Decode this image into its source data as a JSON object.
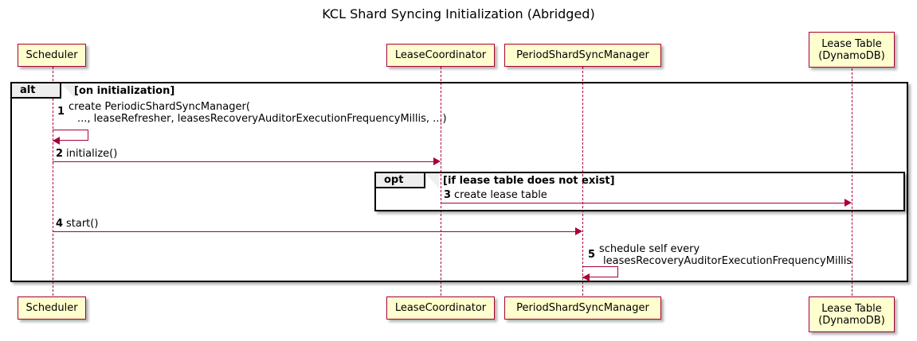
{
  "diagram": {
    "type": "sequence-diagram",
    "title": "KCL Shard Syncing Initialization (Abridged)",
    "colors": {
      "participant_fill": "#FEFECE",
      "participant_border": "#A80036",
      "arrow": "#A80036",
      "frame_border": "#000000",
      "frame_label_fill": "#EEEEEE",
      "background": "#FFFFFF",
      "text": "#000000"
    },
    "participants": [
      {
        "id": "scheduler",
        "label": "Scheduler"
      },
      {
        "id": "leasecoordinator",
        "label": "LeaseCoordinator"
      },
      {
        "id": "periodshardsyncmanager",
        "label": "PeriodShardSyncManager"
      },
      {
        "id": "leasetable",
        "label": "Lease Table\n(DynamoDB)"
      }
    ],
    "fragments": [
      {
        "id": "alt-frame",
        "keyword": "alt",
        "condition": "[on initialization]"
      },
      {
        "id": "opt-frame",
        "keyword": "opt",
        "condition": "[if lease table does not exist]"
      }
    ],
    "messages": [
      {
        "number": "1",
        "from": "scheduler",
        "to": "scheduler",
        "kind": "self",
        "text_line1": "create PeriodicShardSyncManager(",
        "text_line2": "..., leaseRefresher, leasesRecoveryAuditorExecutionFrequencyMillis, ...)"
      },
      {
        "number": "2",
        "from": "scheduler",
        "to": "leasecoordinator",
        "kind": "call",
        "text_line1": "initialize()",
        "text_line2": ""
      },
      {
        "number": "3",
        "from": "leasecoordinator",
        "to": "leasetable",
        "kind": "call",
        "text_line1": "create lease table",
        "text_line2": ""
      },
      {
        "number": "4",
        "from": "scheduler",
        "to": "periodshardsyncmanager",
        "kind": "call",
        "text_line1": "start()",
        "text_line2": ""
      },
      {
        "number": "5",
        "from": "periodshardsyncmanager",
        "to": "periodshardsyncmanager",
        "kind": "self",
        "text_line1": "schedule self every",
        "text_line2": "leasesRecoveryAuditorExecutionFrequencyMillis"
      }
    ]
  }
}
